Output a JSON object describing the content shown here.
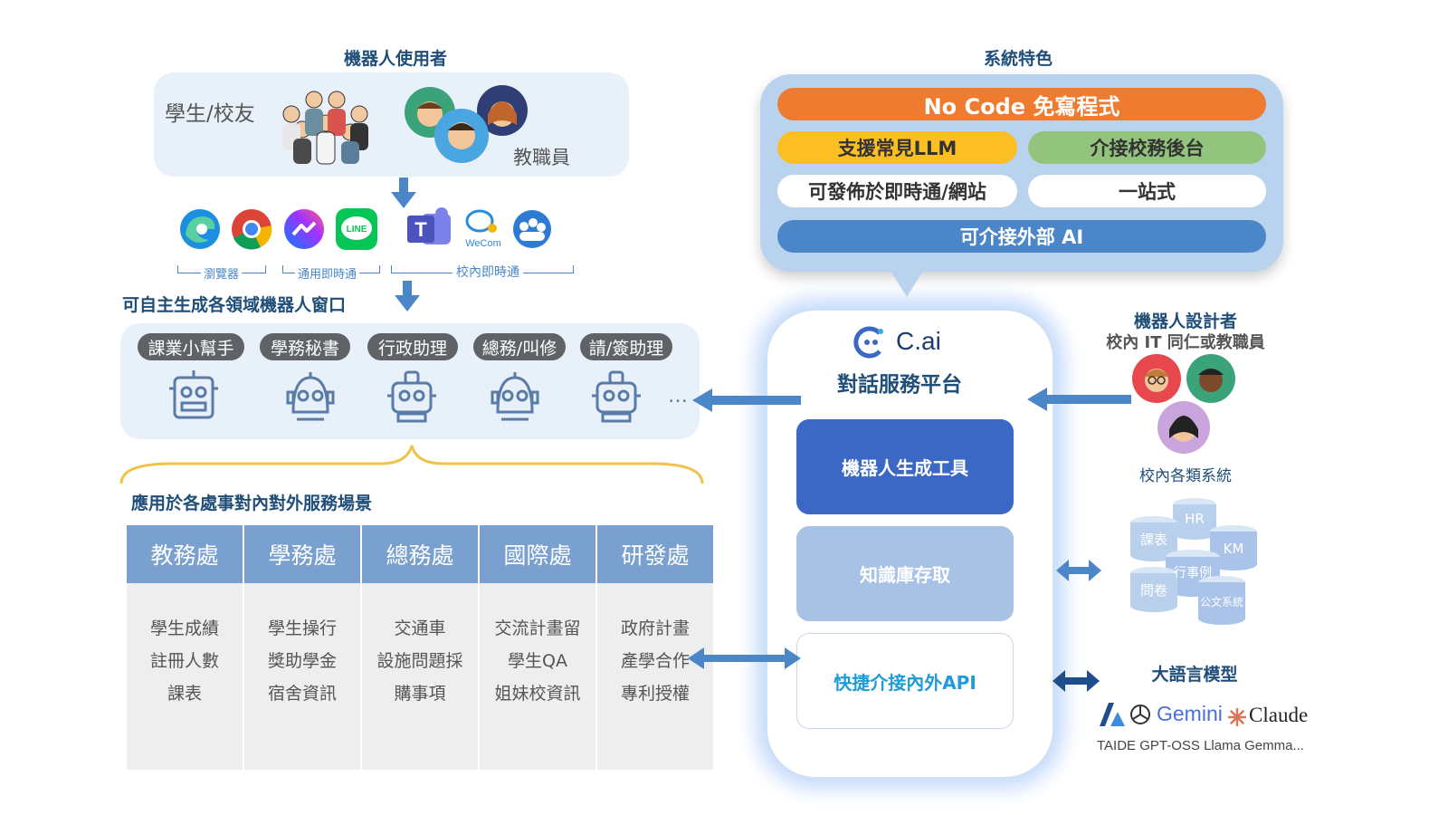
{
  "users": {
    "title": "機器人使用者",
    "students_label": "學生/校友",
    "staff_label": "教職員"
  },
  "channels": {
    "icons": [
      "edge-browser-icon",
      "chrome-browser-icon",
      "messenger-icon",
      "line-icon",
      "teams-icon",
      "wecom-icon",
      "campus-im-icon"
    ],
    "line_text": "LINE",
    "wecom_text": "WeCom",
    "browser_label": "瀏覽器",
    "general_im_label": "通用即時通",
    "campus_im_label": "校內即時通"
  },
  "bots": {
    "title": "可自主生成各領域機器人窗口",
    "tags": [
      "課業小幫手",
      "學務秘書",
      "行政助理",
      "總務/叫修",
      "請/簽助理"
    ],
    "more": "…"
  },
  "scenarios": {
    "title": "應用於各處事對內對外服務場景",
    "departments": [
      {
        "name": "教務處",
        "items": [
          "學生成績",
          "註冊人數",
          "課表"
        ]
      },
      {
        "name": "學務處",
        "items": [
          "學生操行",
          "獎助學金",
          "宿舍資訊"
        ]
      },
      {
        "name": "總務處",
        "items": [
          "交通車",
          "設施問題採",
          "購事項"
        ]
      },
      {
        "name": "國際處",
        "items": [
          "交流計畫留",
          "學生QA",
          "姐妹校資訊"
        ]
      },
      {
        "name": "研發處",
        "items": [
          "政府計畫",
          "產學合作",
          "專利授權"
        ]
      }
    ]
  },
  "features": {
    "title": "系統特色",
    "row1": "No Code 免寫程式",
    "row2_left": "支援常見LLM",
    "row2_right": "介接校務後台",
    "row3_left": "可發佈於即時通/網站",
    "row3_right": "一站式",
    "row4": "可介接外部 AI"
  },
  "platform": {
    "logo_text": "C.ai",
    "name": "對話服務平台",
    "tool1": "機器人生成工具",
    "tool2": "知識庫存取",
    "tool3": "快捷介接內外API"
  },
  "designers": {
    "title": "機器人設計者",
    "subtitle": "校內 IT 同仁或教職員"
  },
  "systems": {
    "title": "校內各類系統",
    "items": [
      "HR",
      "課表",
      "KM",
      "行事例",
      "問卷",
      "公文系統"
    ]
  },
  "llm": {
    "title": "大語言模型",
    "gemini": "Gemini",
    "claude": "Claude",
    "models": "TAIDE GPT-OSS Llama Gemma..."
  },
  "colors": {
    "orange": "#ee7b30",
    "yellow": "#fbbf24",
    "green": "#93c47d",
    "blue": "#4a86c8",
    "dark_blue": "#3b68c4",
    "light_blue": "#a8c2e6"
  }
}
